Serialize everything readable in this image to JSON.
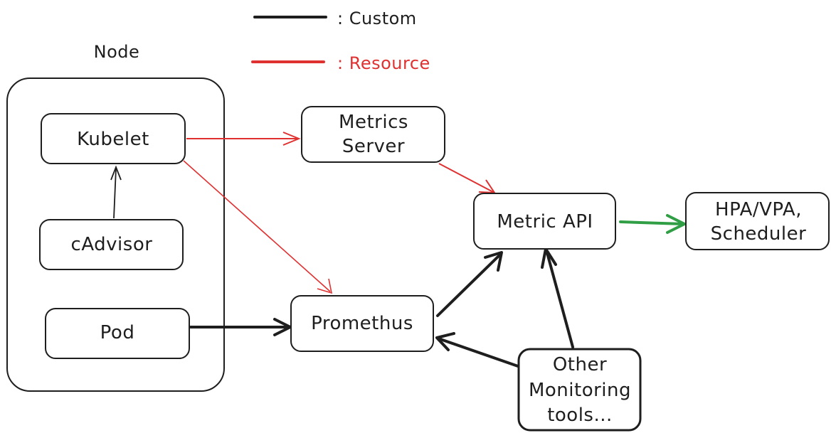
{
  "colors": {
    "custom": "#1e1e1e",
    "resource": "#e03131",
    "output": "#2f9e44"
  },
  "legend": {
    "custom_label": ": Custom",
    "resource_label": ": Resource"
  },
  "node_group": {
    "title": "Node"
  },
  "boxes": {
    "kubelet": "Kubelet",
    "cadvisor": "cAdvisor",
    "pod": "Pod",
    "metrics_server_line1": "Metrics",
    "metrics_server_line2": "Server",
    "metric_api": "Metric API",
    "hpa_line1": "HPA/VPA,",
    "hpa_line2": "Scheduler",
    "prometheus": "Promethus",
    "other_line1": "Other",
    "other_line2": "Monitoring",
    "other_line3": "tools..."
  }
}
